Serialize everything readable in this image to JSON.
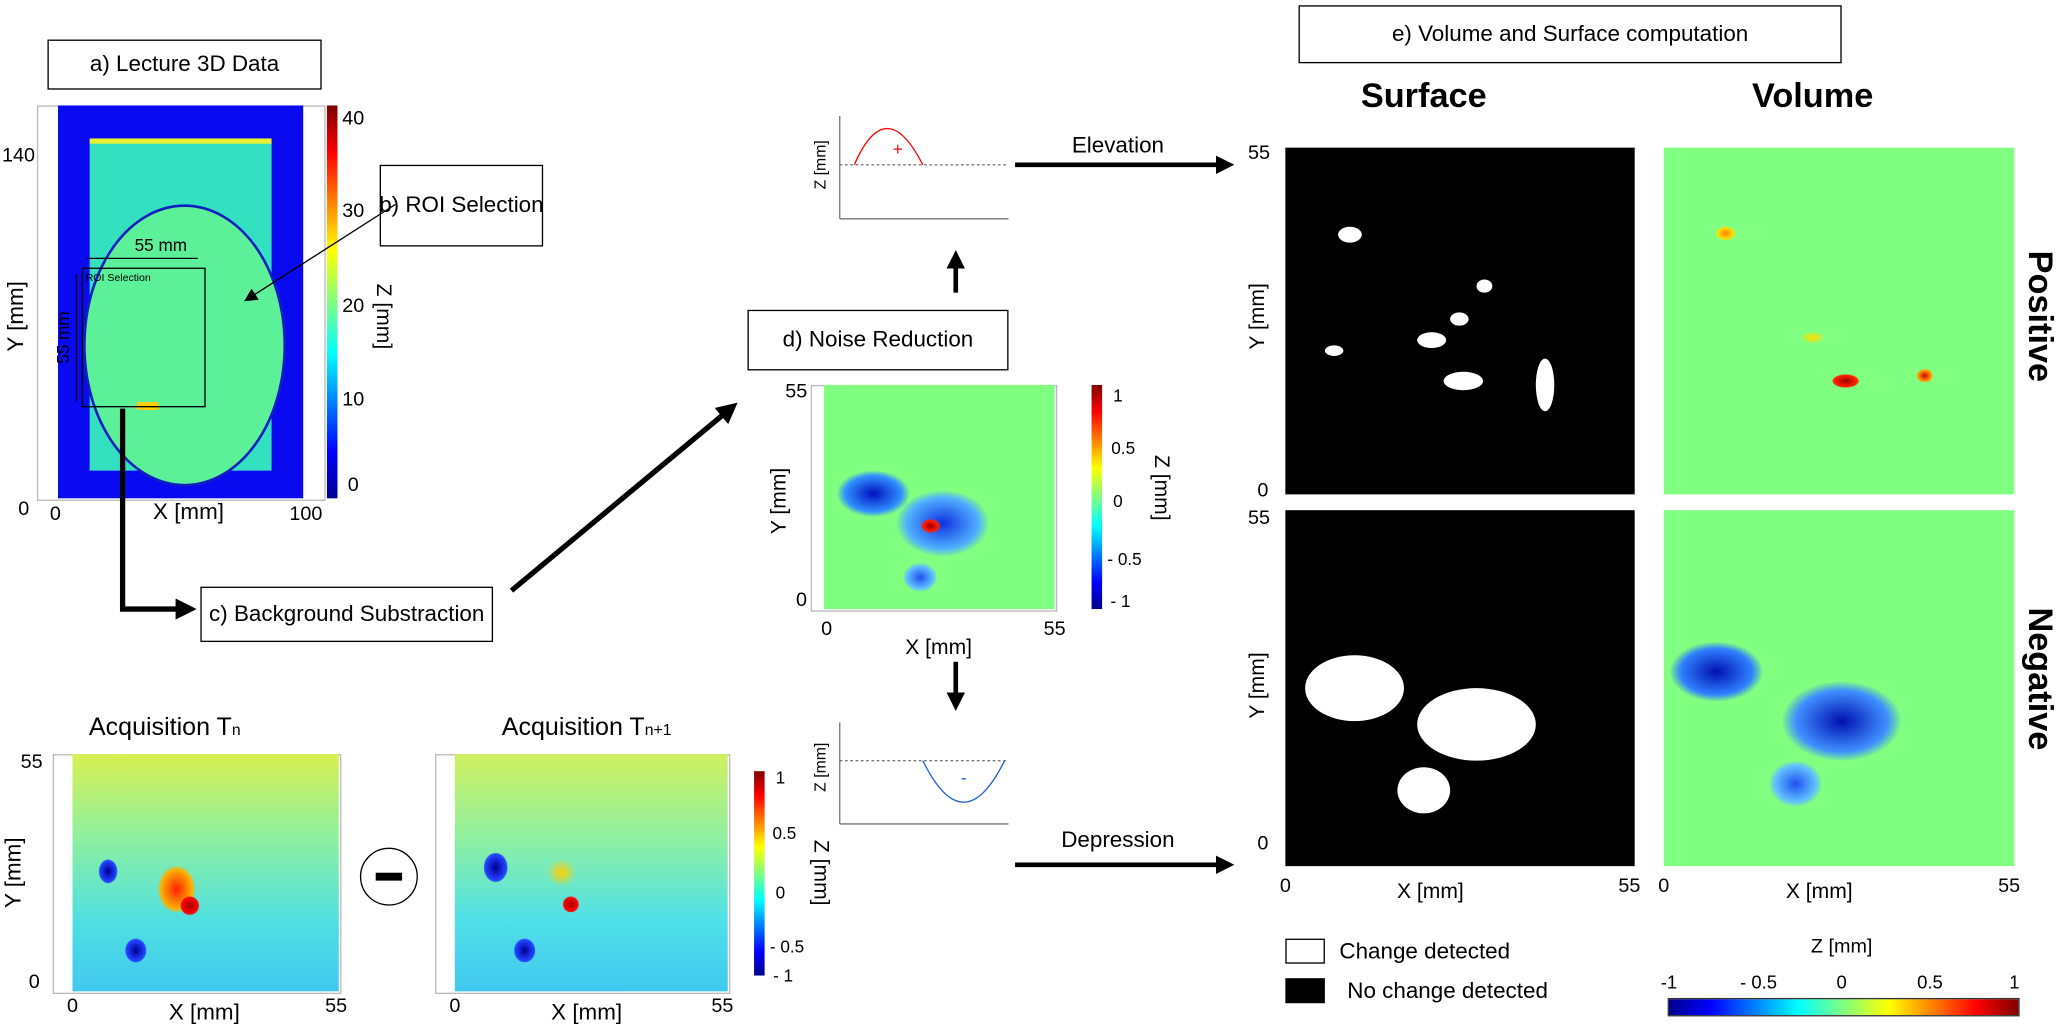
{
  "panel_a": {
    "label": "a) Lecture 3D Data",
    "y_label": "Y [mm]",
    "x_label": "X [mm]",
    "z_label": "Z [mm]",
    "y_ticks": [
      "140",
      "0"
    ],
    "x_ticks": [
      "0",
      "100"
    ],
    "colorbar_ticks": [
      "40",
      "30",
      "20",
      "10",
      "0"
    ],
    "roi_text": "ROI Selection",
    "dim_horizontal": "55 mm",
    "dim_vertical": "55 mm"
  },
  "panel_b": {
    "label": "b) ROI Selection"
  },
  "panel_c": {
    "label": "c) Background Substraction",
    "acq_n": {
      "title": "Acquisition T",
      "sub": "n"
    },
    "acq_n1": {
      "title": "Acquisition T",
      "sub": "n+1"
    },
    "y_label": "Y [mm]",
    "x_label": "X [mm]",
    "y_ticks": [
      "55",
      "0"
    ],
    "x_ticks": [
      "0",
      "55"
    ],
    "minus_symbol": "−",
    "colorbar_ticks": [
      "1",
      "0.5",
      "0",
      "- 0.5",
      "- 1"
    ],
    "z_label": "Z [mm]"
  },
  "panel_d": {
    "label": "d) Noise Reduction",
    "y_label": "Y [mm]",
    "x_label": "X [mm]",
    "y_ticks": [
      "55",
      "0"
    ],
    "x_ticks": [
      "0",
      "55"
    ],
    "colorbar_ticks": [
      "1",
      "0.5",
      "0",
      "- 0.5",
      "- 1"
    ],
    "z_label": "Z [mm]",
    "elevation_graph": {
      "z_label": "Z [mm]",
      "sign": "+"
    },
    "depression_graph": {
      "z_label": "Z [mm]",
      "sign": "-"
    },
    "elevation_label": "Elevation",
    "depression_label": "Depression"
  },
  "panel_e": {
    "label": "e) Volume and Surface computation",
    "col_surface": "Surface",
    "col_volume": "Volume",
    "row_positive": "Positive",
    "row_negative": "Negative",
    "y_label": "Y [mm]",
    "x_label": "X [mm]",
    "y_ticks": [
      "55",
      "0"
    ],
    "x_ticks": [
      "0",
      "55"
    ],
    "legend": {
      "change": "Change detected",
      "no_change": "No change detected"
    },
    "colorbar": {
      "label": "Z [mm]",
      "ticks": [
        "-1",
        "- 0.5",
        "0",
        "0.5",
        "1"
      ]
    }
  },
  "colors": {
    "elevation": "#ff0000",
    "depression": "#1f5fd6",
    "background_green": "#80ff80"
  }
}
